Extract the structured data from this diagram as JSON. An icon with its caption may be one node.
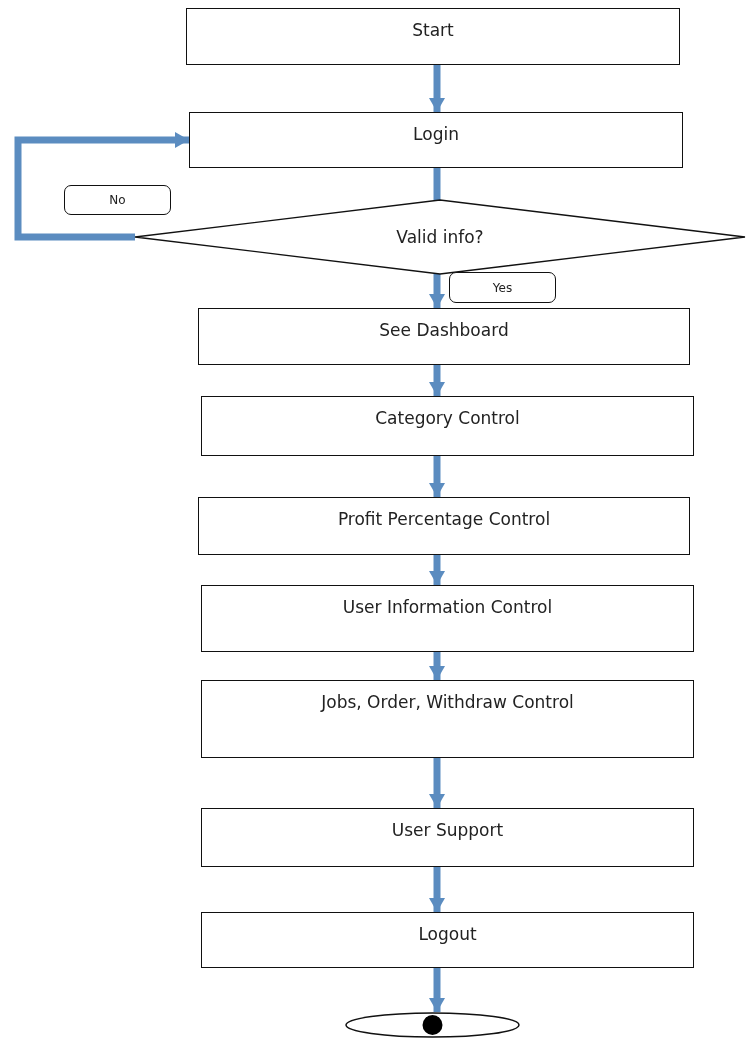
{
  "diagram": {
    "nodes": [
      {
        "text": [
          "Start"
        ]
      },
      {
        "text": [
          "Login"
        ]
      },
      {
        "text": [
          "Valid info?"
        ]
      },
      {
        "text": [
          "See Dashboard"
        ]
      },
      {
        "text": [
          "Category Control"
        ]
      },
      {
        "text": [
          "Profit Percentage Control"
        ]
      },
      {
        "text": [
          "User Information Control"
        ]
      },
      {
        "text": [
          "Jobs, Order, Withdraw Control"
        ]
      },
      {
        "text": [
          "User Support"
        ]
      },
      {
        "text": [
          "Logout"
        ]
      },
      {
        "text": [],
        "shape": "circle"
      }
    ],
    "edges": [
      {
        "from": 0,
        "to": 1,
        "arrow": "to"
      },
      {
        "from": 1,
        "to": 2,
        "arrow": "none"
      },
      {
        "from": 2,
        "to": 1,
        "arrow": "to",
        "label": "No"
      },
      {
        "from": 2,
        "to": 3,
        "arrow": "to",
        "label": "Yes"
      },
      {
        "from": 3,
        "to": 4,
        "arrow": "to"
      },
      {
        "from": 4,
        "to": 5,
        "arrow": "to"
      },
      {
        "from": 5,
        "to": 6,
        "arrow": "to"
      },
      {
        "from": 6,
        "to": 7,
        "arrow": "to"
      },
      {
        "from": 7,
        "to": 8,
        "arrow": "to"
      },
      {
        "from": 8,
        "to": 9,
        "arrow": "to"
      },
      {
        "from": 9,
        "to": 10,
        "arrow": "to"
      }
    ]
  }
}
